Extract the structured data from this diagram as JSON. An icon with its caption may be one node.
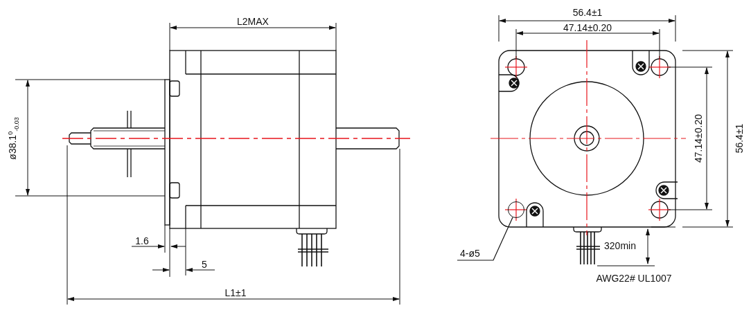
{
  "diagram": {
    "nodes": [
      {
        "text": [
          "4-ø5"
        ]
      },
      {
        "text": [],
        "shape": "circle"
      }
    ],
    "edges": [
      {
        "from": 0,
        "to": 1,
        "arrow": "none"
      }
    ],
    "labels": [
      "L2MAX",
      "ø38.1$^{0}$$_{-0.03}$",
      "1.6",
      "5",
      "L1±1",
      "56.4±1",
      "47.14±0.20",
      "47.14±0.20",
      "56.4±1",
      "320min",
      "AWG22# UL1007"
    ]
  }
}
